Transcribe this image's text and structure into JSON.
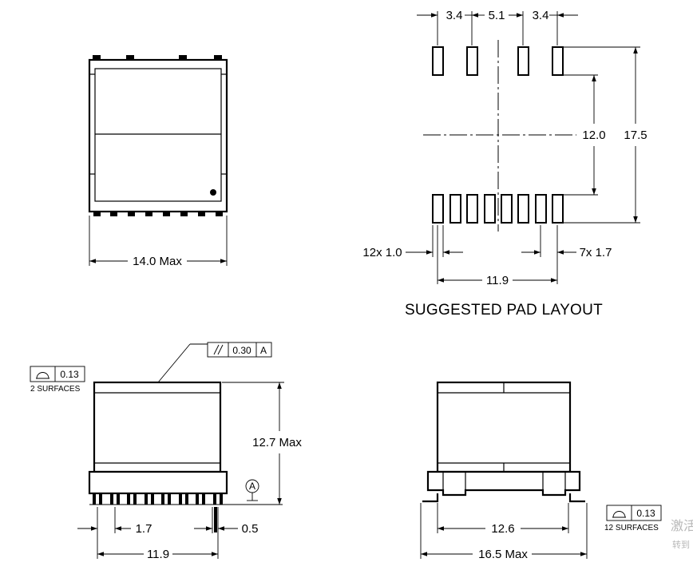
{
  "top_view": {
    "width_dim": "14.0 Max"
  },
  "pad_layout": {
    "title": "SUGGESTED PAD LAYOUT",
    "pitch_left": "3.4",
    "pitch_center": "5.1",
    "pitch_right": "3.4",
    "row_spacing": "12.0",
    "overall_height": "17.5",
    "pad_width_note": "12x 1.0",
    "pad_pitch_note": "7x 1.7",
    "row_span": "11.9"
  },
  "side_view": {
    "parallelism_value": "0.30",
    "parallelism_datum": "A",
    "flatness_value": "0.13",
    "flatness_note": "2 SURFACES",
    "height_dim": "12.7 Max",
    "datum_label": "A",
    "pitch_dim": "1.7",
    "lead_width_dim": "0.5",
    "span_dim": "11.9"
  },
  "end_view": {
    "flatness_value": "0.13",
    "flatness_note": "12 SURFACES",
    "inner_dim": "12.6",
    "overall_dim": "16.5 Max"
  },
  "watermark": {
    "line1": "激活",
    "line2": "转到"
  }
}
